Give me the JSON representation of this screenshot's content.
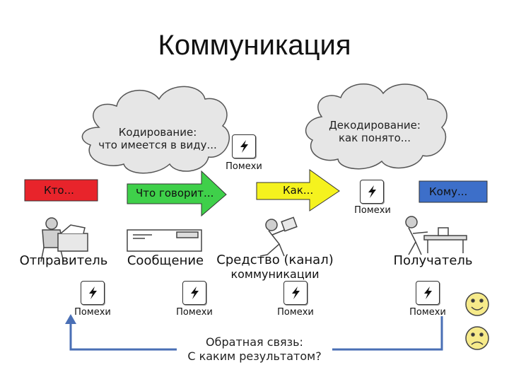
{
  "title": "Коммуникация",
  "clouds": {
    "encoding": {
      "line1": "Кодирование:",
      "line2": "что имеется в виду..."
    },
    "decoding": {
      "line1": "Декодирование:",
      "line2": "как понято..."
    }
  },
  "boxes": {
    "who": {
      "label": "Кто...",
      "color": "#e8242b"
    },
    "what": {
      "label": "Что говорит...",
      "color": "#3fd04a"
    },
    "how": {
      "label": "Как...",
      "color": "#f5f21e"
    },
    "whom": {
      "label": "Кому...",
      "color": "#3d6fc9"
    }
  },
  "noise_label": "Помехи",
  "roles": {
    "sender": "Отправитель",
    "message": "Сообщение",
    "channel_line1": "Средство (канал)",
    "channel_line2": "коммуникации",
    "receiver": "Получатель"
  },
  "feedback": {
    "line1": "Обратная связь:",
    "line2": "С каким результатом?"
  },
  "arrow_color": "#4a6fb5"
}
